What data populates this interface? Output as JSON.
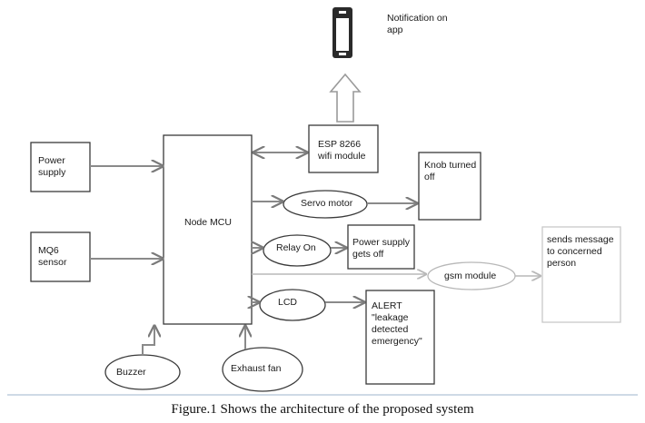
{
  "diagram": {
    "nodes": {
      "notification_app": "Notification on\napp",
      "power_supply": "Power\nsupply",
      "mq6_sensor": "MQ6\nsensor",
      "node_mcu": "Node MCU",
      "esp8266": "ESP 8266\nwifi module",
      "knob": "Knob turned\noff",
      "servo_motor": "Servo motor",
      "relay_on": "Relay On",
      "power_off": "Power supply\ngets off",
      "gsm_module": "gsm module",
      "sends_message": "sends message\nto concerned\nperson",
      "lcd": "LCD",
      "alert": "ALERT\n\"leakage\ndetected\nemergency\"",
      "buzzer": "Buzzer",
      "exhaust_fan": "Exhaust fan"
    },
    "edges": [
      {
        "from": "power_supply",
        "to": "node_mcu"
      },
      {
        "from": "mq6_sensor",
        "to": "node_mcu"
      },
      {
        "from": "node_mcu",
        "to": "esp8266",
        "bidirectional": true
      },
      {
        "from": "esp8266",
        "to": "notification_app"
      },
      {
        "from": "node_mcu",
        "to": "servo_motor"
      },
      {
        "from": "servo_motor",
        "to": "knob"
      },
      {
        "from": "node_mcu",
        "to": "relay_on"
      },
      {
        "from": "relay_on",
        "to": "power_off"
      },
      {
        "from": "node_mcu",
        "to": "gsm_module"
      },
      {
        "from": "gsm_module",
        "to": "sends_message"
      },
      {
        "from": "node_mcu",
        "to": "lcd"
      },
      {
        "from": "lcd",
        "to": "alert"
      },
      {
        "from": "buzzer",
        "to": "node_mcu"
      },
      {
        "from": "exhaust_fan",
        "to": "node_mcu"
      }
    ]
  },
  "caption": "Figure.1 Shows the architecture of the proposed system",
  "colors": {
    "outline": "#3a3a3a",
    "arrow": "#8a8a8a",
    "light_outline": "#b8b8b8",
    "rule": "#b0c4d8"
  }
}
